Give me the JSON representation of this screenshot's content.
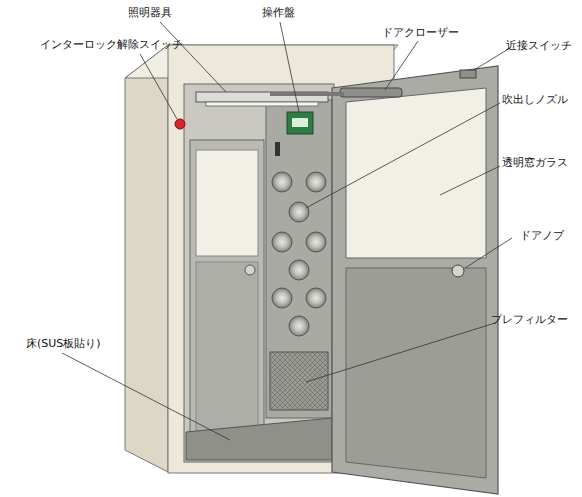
{
  "diagram": {
    "labels": [
      "照明器具",
      "操作盤",
      "ドアクローザー",
      "近接スイッチ",
      "インターロック解除スイッチ",
      "吹出しノズル",
      "透明窓ガラス",
      "ドアノブ",
      "プレフィルター",
      "床(SUS板貼り)"
    ]
  }
}
